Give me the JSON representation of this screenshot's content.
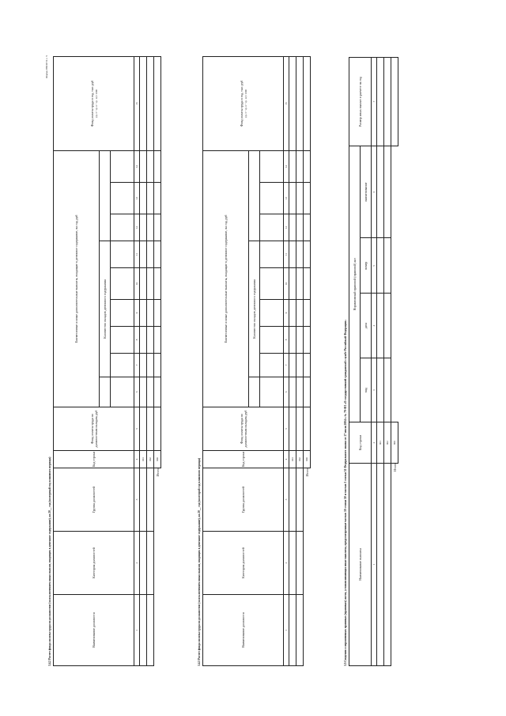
{
  "form_code": "Форма 0503174 с. 5",
  "sections": {
    "s1_title": "3.4.2 Расчет фонда оплаты труда по должностям (за исключением иных выплат, входящих в денежное содержание), на 20__ год (на первый год планового периода)",
    "s2_title": "3.4.3 Расчет фонда оплаты труда по должностям (за исключением иных выплат, входящих в денежное содержание), на 20__ год (на второй год планового периода)",
    "s3_title": "3.5 Сведения о нормативных правовых (правовых) актах, устанавливающих иные выплаты, предусмотренные частью 10 статьи 50 и частью 3 статьи 51 Федерального закона от 27 июля 2004 г. № 79-ФЗ «О государственной гражданской службе Российской Федерации»"
  },
  "table": {
    "headers": {
      "position": "Наименование должности",
      "category": "Категория должностей",
      "group": "Группа должностей",
      "row_code": "Код строки",
      "salary_fund": "Фонд оплаты труда по должностным окладам, руб",
      "other_payments": "Ежемесячные и иные дополнительные выплаты, входящие в денежное содержание, на год, руб",
      "salary_count": "Количество окладов денежного содержания",
      "cash_fund": "Фонд оплаты труда в год, тыс. руб",
      "formula": "(гр. 5 + гр. 6 + гр. 12) / 1000"
    },
    "column_numbers": [
      "1",
      "2",
      "3",
      "4",
      "5",
      "6",
      "7",
      "8",
      "9",
      "10",
      "11",
      "12",
      "13",
      "14",
      "15"
    ],
    "row_codes": [
      "001",
      "002",
      "900"
    ],
    "total_label": "Итого"
  },
  "table3": {
    "headers": {
      "name": "Наименование выплаты",
      "row_code": "Код строки",
      "act": "Нормативный правовой (правовой) акт",
      "type": "вид",
      "date": "дата",
      "number": "номер",
      "title": "наименование",
      "amount": "Размер иных выплат в расчете на год"
    },
    "column_numbers": [
      "1",
      "2",
      "3",
      "4",
      "5",
      "6",
      "7"
    ],
    "row_codes": [
      "001",
      "002",
      "900"
    ],
    "total_label": "Итого"
  }
}
